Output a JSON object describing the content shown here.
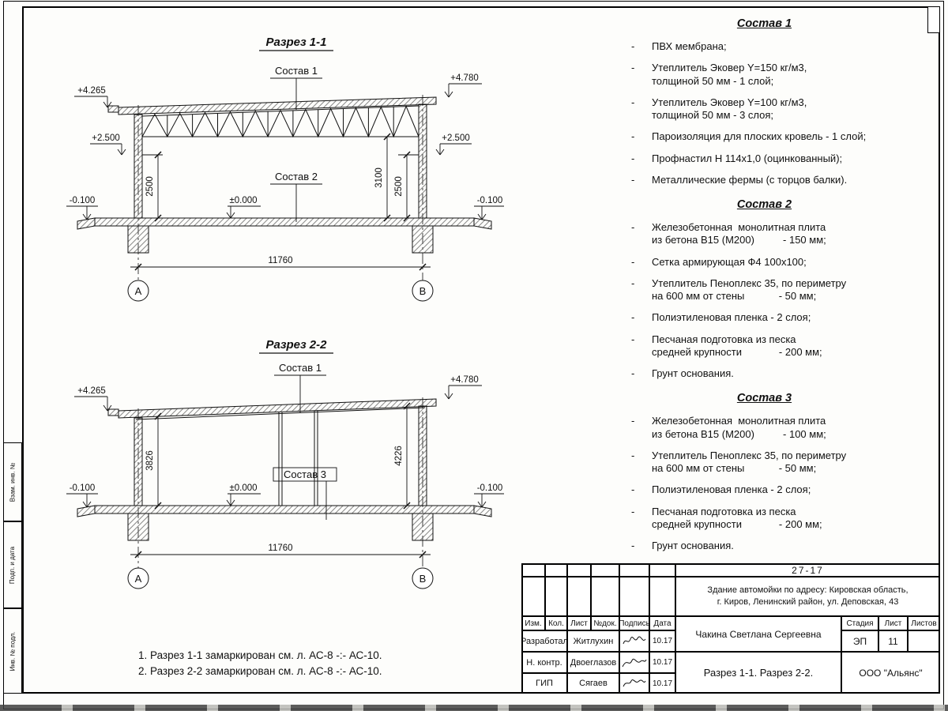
{
  "sheet": {
    "side_labels": [
      "Взам. инв. №",
      "Подп. и дата",
      "Инв. № подл."
    ]
  },
  "section1": {
    "title": "Разрез 1-1",
    "callout_roof": "Состав 1",
    "callout_floor": "Состав 2",
    "elev_top_left": "+4.265",
    "elev_top_right": "+4.780",
    "elev_mid_left": "+2.500",
    "elev_mid_right": "+2.500",
    "elev_zero": "±0.000",
    "elev_ground_left": "-0.100",
    "elev_ground_right": "-0.100",
    "dim_height_left": "2500",
    "dim_height_mid": "3100",
    "dim_height_right": "2500",
    "dim_span": "11760",
    "axis_left": "А",
    "axis_right": "В"
  },
  "section2": {
    "title": "Разрез 2-2",
    "callout_roof": "Состав 1",
    "callout_floor": "Состав 3",
    "elev_top_left": "+4.265",
    "elev_top_right": "+4.780",
    "elev_zero": "±0.000",
    "elev_ground_left": "-0.100",
    "elev_ground_right": "-0.100",
    "dim_height_left": "3826",
    "dim_height_right": "4226",
    "dim_span": "11760",
    "axis_left": "А",
    "axis_right": "В"
  },
  "compositions": [
    {
      "title": "Состав 1",
      "items": [
        "ПВХ мембрана;",
        "Утеплитель Эковер Y=150 кг/м3,\nтолщиной 50 мм - 1 слой;",
        "Утеплитель Эковер Y=100 кг/м3,\nтолщиной 50 мм - 3 слоя;",
        "Пароизоляция для плоских кровель - 1 слой;",
        "Профнастил Н 114х1,0 (оцинкованный);",
        "Металлические фермы (с торцов балки)."
      ]
    },
    {
      "title": "Состав 2",
      "items": [
        "Железобетонная  монолитная плита\nиз бетона В15 (М200)          - 150 мм;",
        "Сетка армирующая Ф4 100х100;",
        "Утеплитель Пеноплекс 35, по периметру\nна 600 мм от стены            - 50 мм;",
        "Полиэтиленовая пленка - 2 слоя;",
        "Песчаная подготовка из песка\nсредней крупности             - 200 мм;",
        "Грунт основания."
      ]
    },
    {
      "title": "Состав 3",
      "items": [
        "Железобетонная  монолитная плита\nиз бетона В15 (М200)          - 100 мм;",
        "Утеплитель Пеноплекс 35, по периметру\nна 600 мм от стены            - 50 мм;",
        "Полиэтиленовая пленка - 2 слоя;",
        "Песчаная подготовка из песка\nсредней крупности             - 200 мм;",
        "Грунт основания."
      ]
    }
  ],
  "notes": [
    "1. Разрез 1-1 замаркирован см. л. АС-8 -:- АС-10.",
    "2. Разрез 2-2 замаркирован см. л. АС-8 -:- АС-10."
  ],
  "titleblock": {
    "project_code": "27-17",
    "object": "Здание автомойки по адресу: Кировская область,\nг. Киров, Ленинский район, ул. Деповская, 43",
    "header": [
      "Изм.",
      "Кол.",
      "Лист",
      "№док.",
      "Подпись",
      "Дата"
    ],
    "rows": [
      {
        "role": "Разработал",
        "name": "Житлухин",
        "date": "10.17"
      },
      {
        "role": "Н. контр.",
        "name": "Двоеглазов",
        "date": "10.17"
      },
      {
        "role": "ГИП",
        "name": "Сягаев",
        "date": "10.17"
      }
    ],
    "designer": "Чакина Светлана Сергеевна",
    "stage_label": "Стадия",
    "sheet_label": "Лист",
    "sheets_label": "Листов",
    "stage": "ЭП",
    "sheet": "11",
    "sheets": "",
    "drawing_title": "Разрез 1-1. Разрез 2-2.",
    "company": "ООО \"Альянс\""
  }
}
